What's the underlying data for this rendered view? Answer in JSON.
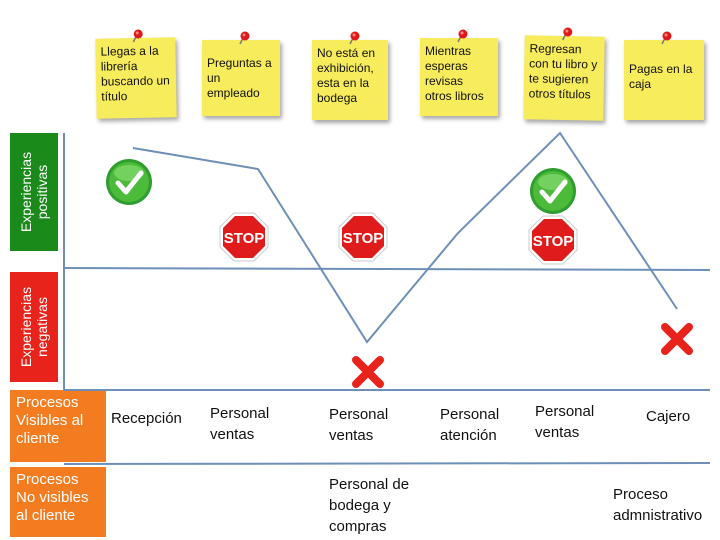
{
  "notes": [
    {
      "text": "Llegas a la librería buscando un título"
    },
    {
      "text": "Preguntas a un empleado"
    },
    {
      "text": "No está en exhibición, esta en la bodega"
    },
    {
      "text": "Mientras esperas revisas otros libros"
    },
    {
      "text": "Regresan con tu libro y te sugieren otros títulos"
    },
    {
      "text": "Pagas en la caja"
    }
  ],
  "rows": {
    "positive": {
      "label": "Experiencias positivas",
      "color": "#1a8a1a"
    },
    "negative": {
      "label": "Experiencias negativas",
      "color": "#e8231b"
    },
    "visible": {
      "label": "Procesos Visibles al cliente",
      "color": "#f47c20"
    },
    "hidden": {
      "label": "Procesos No visibles al cliente",
      "color": "#f47c20"
    }
  },
  "visible_processes": [
    "Recepción",
    "Personal ventas",
    "Personal ventas",
    "Personal atención",
    "Personal ventas",
    "Cajero"
  ],
  "hidden_processes": {
    "col3": "Personal de bodega y compras",
    "col6": "Proceso admnistrativo"
  },
  "stop_sign_text": "STOP",
  "icons": {
    "check": "check-icon",
    "stop": "stop-sign-icon",
    "cross": "cross-icon",
    "pin": "pushpin-icon"
  }
}
